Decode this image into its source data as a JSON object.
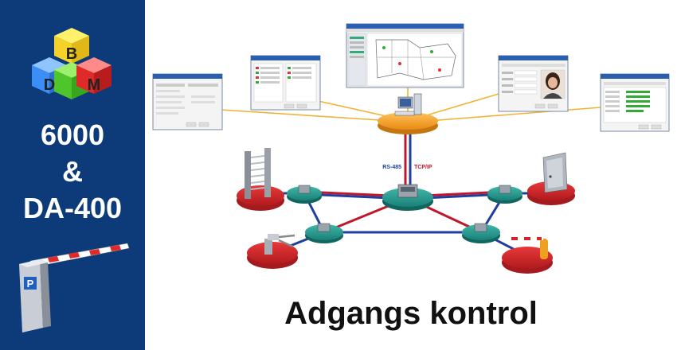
{
  "logo": {
    "letters": [
      "B",
      "D",
      "M"
    ],
    "icon": "bdm-cubes-logo"
  },
  "sidebar": {
    "line1": "6000",
    "line2": "&",
    "line3": "DA-400"
  },
  "diagram": {
    "protocol_left": "RS-485",
    "protocol_right": "TCP/IP",
    "colors": {
      "server_disc": "#f5a623",
      "hub": "#1f8a8a",
      "node": "#2a9a8a",
      "device_disc": "#d0282a",
      "rs485_line": "#c0172a",
      "tcpip_line": "#1f3f9f",
      "link_line": "#f0b030"
    }
  },
  "caption": "Adgangs kontrol"
}
